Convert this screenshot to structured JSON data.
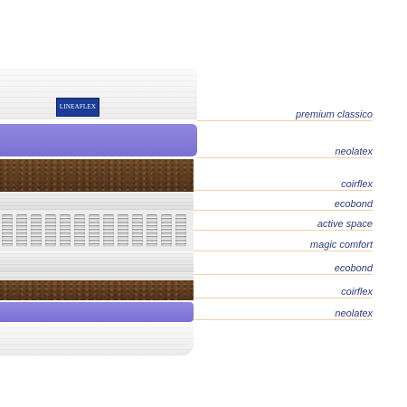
{
  "brand": {
    "logo_text": "LINEAFLEX"
  },
  "layers": [
    {
      "id": "premium-classico",
      "label": "premium classico"
    },
    {
      "id": "neolatex-top",
      "label": "neolatex"
    },
    {
      "id": "coirflex-top",
      "label": "coirflex"
    },
    {
      "id": "ecobond-top",
      "label": "ecobond"
    },
    {
      "id": "active-space",
      "label": "active space"
    },
    {
      "id": "magic-comfort",
      "label": "magic comfort"
    },
    {
      "id": "ecobond-bottom",
      "label": "ecobond"
    },
    {
      "id": "coirflex-bottom",
      "label": "coirflex"
    },
    {
      "id": "neolatex-bottom",
      "label": "neolatex"
    }
  ],
  "colors": {
    "label_text": "#2d3b7b",
    "callout_line": "#f3cfae",
    "neolatex": "#8a82dc",
    "coirflex": "#5e3d22",
    "badge": "#1d3c98"
  }
}
